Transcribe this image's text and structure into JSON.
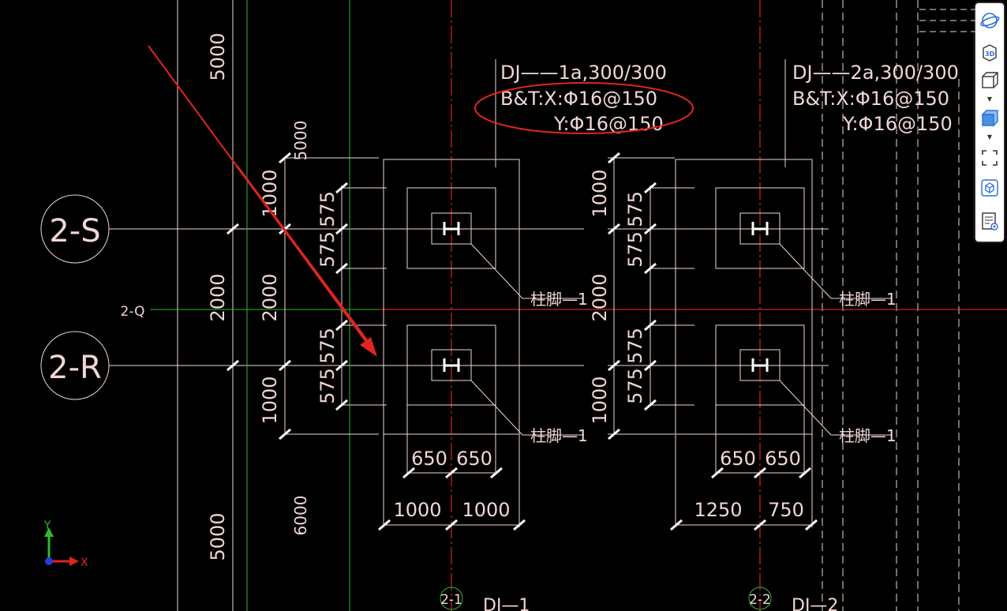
{
  "axes": {
    "x": "X",
    "y": "Y"
  },
  "grid_bubbles": {
    "row_s": "2-S",
    "row_r": "2-R",
    "row_q": "2-Q",
    "col_1": "2-1",
    "col_2": "2-2"
  },
  "left_dims": {
    "outer_top": "5000",
    "outer_mid": "2000",
    "outer_bottom": "5000",
    "inner_top": "5000",
    "inner_1000a": "1000",
    "inner_2000": "2000",
    "inner_1000b": "1000",
    "inner_6000": "6000"
  },
  "footing1": {
    "note_line1": "DJ——1a,300/300",
    "note_line2": "B&T:X:Φ16@150",
    "note_line3": "Y:Φ16@150",
    "dim_575": "575",
    "dim_650": "650",
    "dim_1000_left": "1000",
    "dim_1000_right": "1000",
    "col_label": "柱脚—1",
    "bottom_tag": "DJ—1"
  },
  "footing2": {
    "note_line1": "DJ——2a,300/300",
    "note_line2": "B&T:X:Φ16@150",
    "note_line3": "Y:Φ16@150",
    "dim_575": "575",
    "dim_1000": "1000",
    "dim_2000": "2000",
    "dim_650": "650",
    "dim_1250": "1250",
    "dim_750": "750",
    "col_label": "柱脚—1",
    "bottom_tag": "DJ—2"
  },
  "toolbar": {
    "icons": [
      "orbit-icon",
      "view-3d-icon",
      "box-view-icon",
      "shaded-box-icon",
      "zoom-extents-icon",
      "view-cube-icon",
      "properties-icon"
    ],
    "label_3d": "3D"
  },
  "colors": {
    "line": "#f0d6d6",
    "red": "#ff2a2a",
    "green": "#2fb82f",
    "accent_blue": "#2b6fd6"
  }
}
